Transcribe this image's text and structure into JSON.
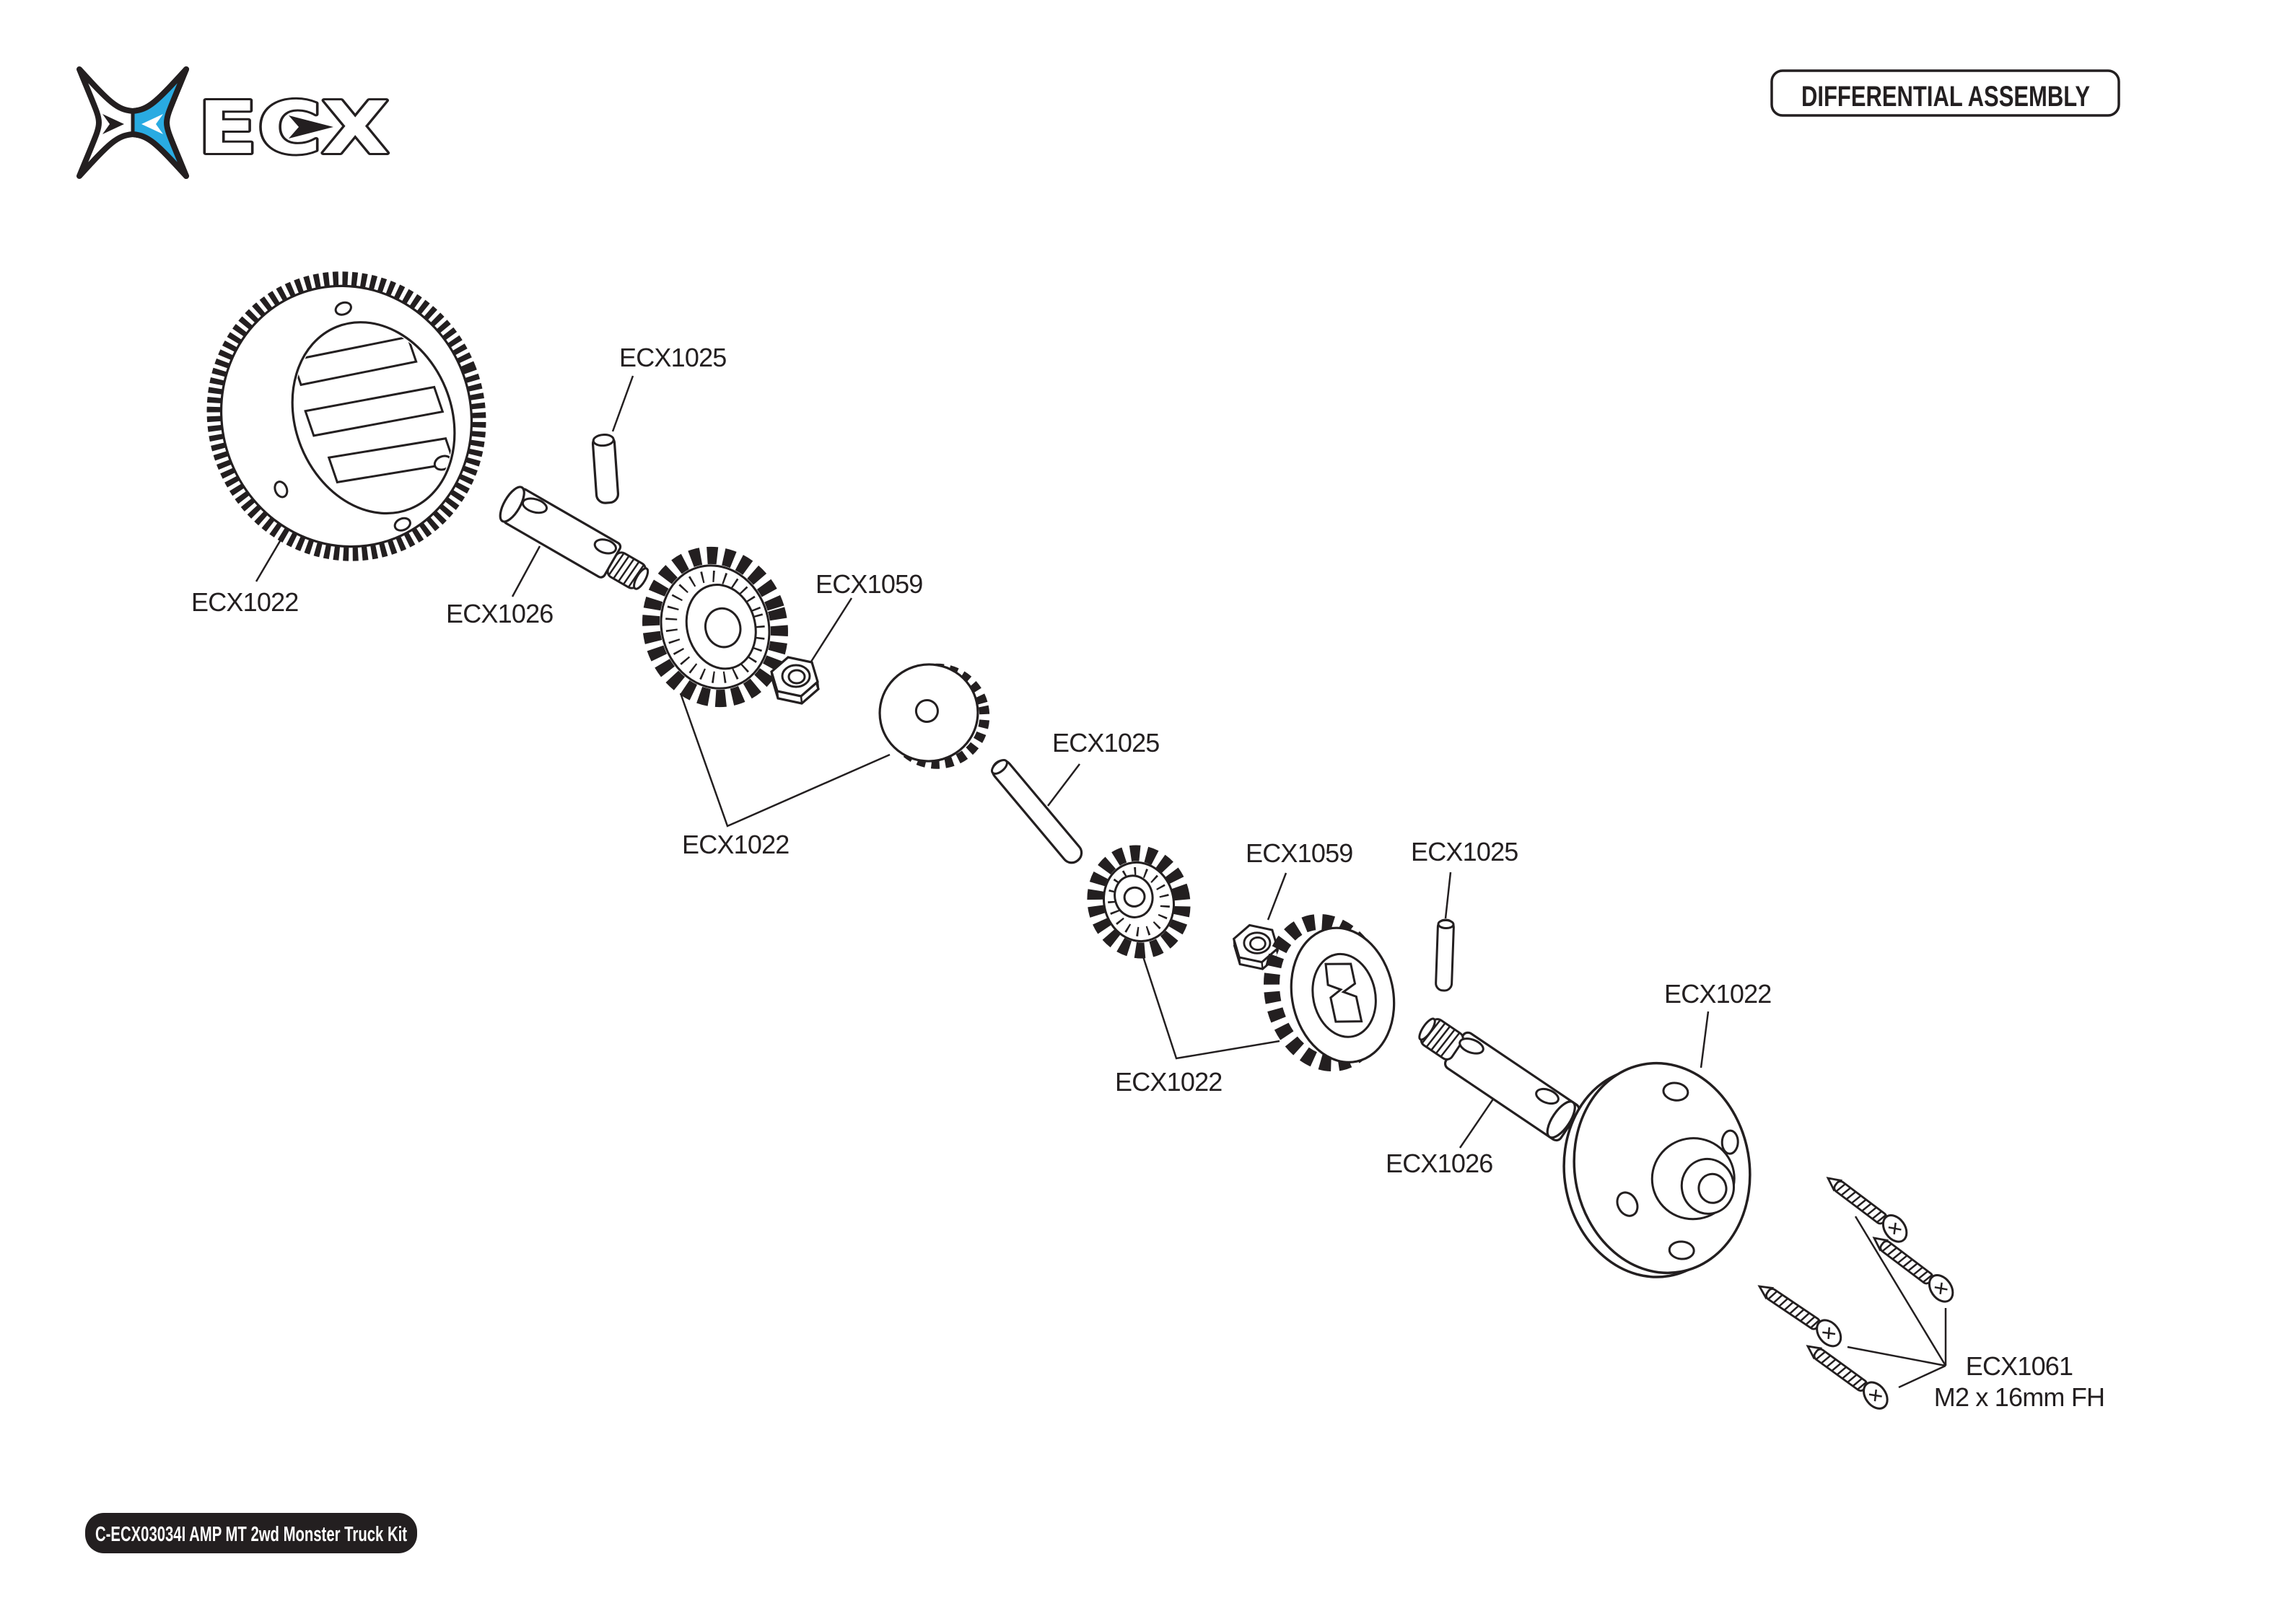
{
  "header": {
    "logo": {
      "wordmark": "ECX",
      "accent_color": "#29abe2",
      "outline_color": "#231f20"
    },
    "title": "DIFFERENTIAL ASSEMBLY"
  },
  "footer": {
    "kit_label": "C-ECX03034I AMP MT 2wd Monster Truck Kit"
  },
  "diagram": {
    "line_color": "#231f20",
    "labels": [
      {
        "id": "pin-top",
        "text": "ECX1025"
      },
      {
        "id": "main-gear",
        "text": "ECX1022"
      },
      {
        "id": "shaft-left",
        "text": "ECX1026"
      },
      {
        "id": "locknut-left",
        "text": "ECX1059"
      },
      {
        "id": "bevel-pair-left",
        "text": "ECX1022"
      },
      {
        "id": "pin-middle",
        "text": "ECX1025"
      },
      {
        "id": "locknut-right",
        "text": "ECX1059"
      },
      {
        "id": "pin-right",
        "text": "ECX1025"
      },
      {
        "id": "bevel-pair-right",
        "text": "ECX1022"
      },
      {
        "id": "diff-housing",
        "text": "ECX1022"
      },
      {
        "id": "shaft-right",
        "text": "ECX1026"
      }
    ],
    "screw_callout": {
      "part": "ECX1061",
      "spec": "M2 x 16mm FH"
    }
  }
}
